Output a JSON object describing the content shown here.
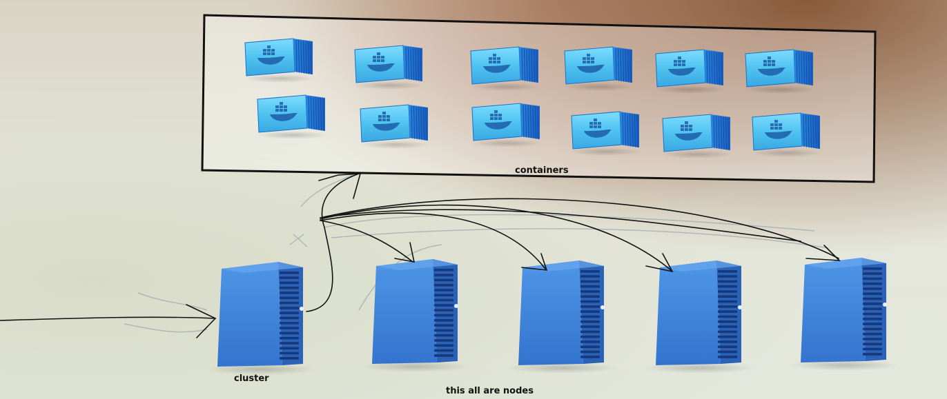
{
  "labels": {
    "containers": "containers",
    "cluster": "cluster",
    "nodes": "this all are nodes"
  },
  "container_count": 12,
  "node_count": 5,
  "colors": {
    "container_light": "#4fc3f0",
    "container_dark": "#1f7bd6",
    "server_front": "#3f86dc",
    "server_side": "#2a62b8",
    "box_border": "#111111",
    "arrow": "#111111",
    "sketch": "#9aa8b0"
  },
  "icons": [
    "docker-container-icon",
    "server-tower-icon"
  ]
}
